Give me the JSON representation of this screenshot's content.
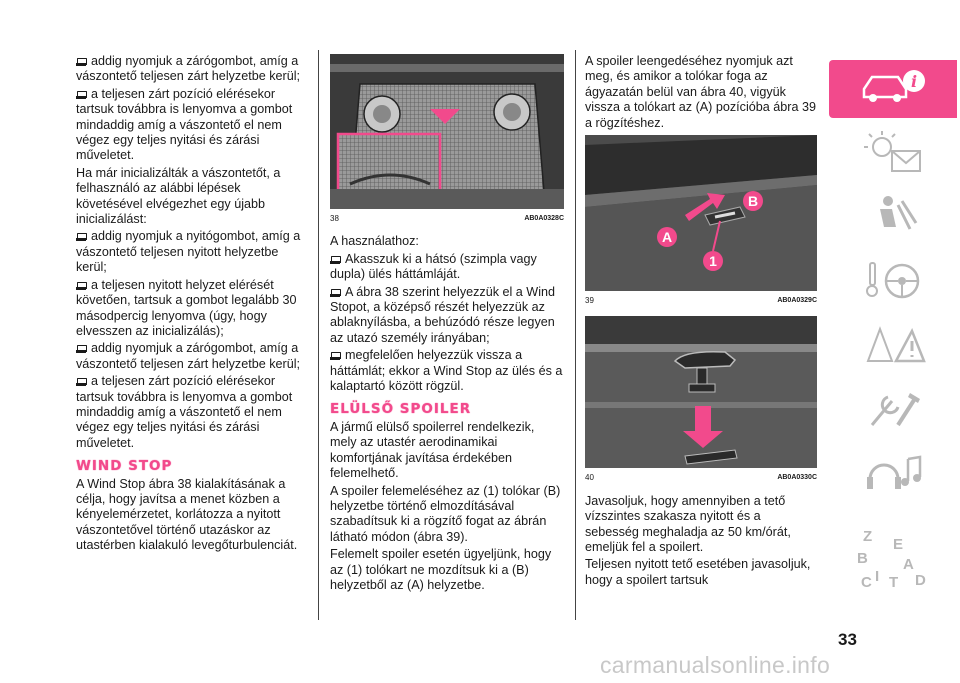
{
  "col1": [
    {
      "b": true,
      "t": "addig nyomjuk a zárógombot, amíg a vászontető teljesen zárt helyzetbe kerül;"
    },
    {
      "b": true,
      "t": "a teljesen zárt pozíció elérésekor tartsuk továbbra is lenyomva a gombot mindaddig amíg a vászontető el nem végez egy teljes nyitási és zárási műveletet."
    },
    {
      "b": false,
      "t": "Ha már inicializálták a vászontetőt, a felhasználó az alábbi lépések követésével elvégezhet egy újabb inicializálást:"
    },
    {
      "b": true,
      "t": "addig nyomjuk a nyitógombot, amíg a vászontető teljesen nyitott helyzetbe kerül;"
    },
    {
      "b": true,
      "t": "a teljesen nyitott helyzet elérését követően, tartsuk a gombot legalább 30 másodpercig lenyomva (úgy, hogy elvesszen az inicializálás);"
    },
    {
      "b": true,
      "t": "addig nyomjuk a zárógombot, amíg a vászontető teljesen zárt helyzetbe kerül;"
    },
    {
      "b": true,
      "t": "a teljesen zárt pozíció elérésekor tartsuk továbbra is lenyomva a gombot mindaddig amíg a vászontető el nem végez egy teljes nyitási és zárási műveletet."
    }
  ],
  "wind_title": "WIND STOP",
  "wind_text": "A Wind Stop ábra 38 kialakításának a célja, hogy javítsa a menet közben a kényelemérzetet, korlátozza a nyitott vászontetővel történő utazáskor az utastérben kialakuló levegőturbulenciát.",
  "fig38": {
    "num": "38",
    "code": "AB0A0328C"
  },
  "col2_intro": "A használathoz:",
  "col2": [
    {
      "b": true,
      "t": "Akasszuk ki a hátsó (szimpla vagy dupla) ülés háttámláját."
    },
    {
      "b": true,
      "t": "A ábra 38 szerint helyezzük el a Wind Stopot, a középső részét helyezzük az ablaknyílásba, a behúzódó része legyen az utazó személy irányában;"
    },
    {
      "b": true,
      "t": "megfelelően helyezzük vissza a háttámlát; ekkor a Wind Stop az ülés és a kalaptartó között rögzül."
    }
  ],
  "spoiler_title": "ELÜLSŐ SPOILER",
  "spoiler_text": [
    "A jármű elülső spoilerrel rendelkezik, mely az utastér aerodinamikai komfortjának javítása érdekében felemelhető.",
    "A spoiler felemeléséhez az (1) tolókar (B) helyzetbe történő elmozdításával szabadítsuk ki a rögzítő fogat az ábrán látható módon (ábra 39).",
    "Felemelt spoiler esetén ügyeljünk, hogy az (1) tolókart ne mozdítsuk ki a (B) helyzetből az (A) helyzetbe."
  ],
  "col3_top": "A spoiler leengedéséhez nyomjuk azt meg, és amikor a tolókar foga az ágyazatán belül van ábra 40, vigyük vissza a tolókart az (A) pozícióba ábra 39 a rögzítéshez.",
  "fig39": {
    "num": "39",
    "code": "AB0A0329C",
    "labels": [
      "A",
      "B",
      "1"
    ]
  },
  "fig40": {
    "num": "40",
    "code": "AB0A0330C"
  },
  "col3_bottom": [
    "Javasoljuk, hogy amennyiben a tető vízszintes szakasza nyitott és a sebesség meghaladja az 50 km/órát, emeljük fel a spoilert.",
    "Teljesen nyitott tető esetében javasoljuk, hogy a spoilert tartsuk"
  ],
  "page_number": "33",
  "watermark": "carmanualsonline.info",
  "sidebar": [
    {
      "icon": "car-info-icon",
      "active": true
    },
    {
      "icon": "warning-lights-icon",
      "active": false
    },
    {
      "icon": "airbag-safety-icon",
      "active": false
    },
    {
      "icon": "steering-wheel-key-icon",
      "active": false
    },
    {
      "icon": "road-warning-icon",
      "active": false
    },
    {
      "icon": "service-tools-icon",
      "active": false
    },
    {
      "icon": "multimedia-icon",
      "active": false
    },
    {
      "icon": "alphabetical-index-icon",
      "active": false
    }
  ],
  "sidebar_index_letters": [
    "Z",
    "B",
    "E",
    "A",
    "I",
    "C",
    "T",
    "D"
  ],
  "colors": {
    "accent": "#f24a8c",
    "icon_gray": "#b8b8b8",
    "text": "#1a1a1a"
  }
}
